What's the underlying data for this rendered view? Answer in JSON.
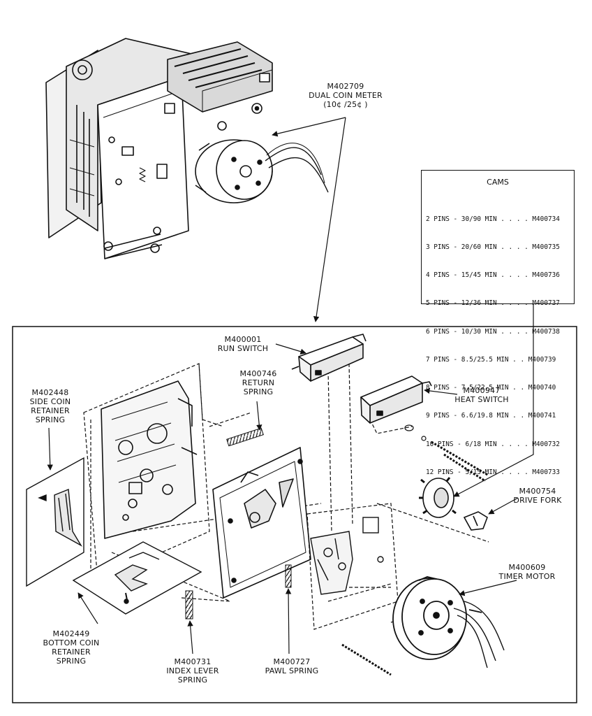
{
  "labels": {
    "coin_meter": [
      "M402709",
      "DUAL COIN METER",
      "(10¢ /25¢ )"
    ],
    "run_switch": [
      "M400001",
      "RUN SWITCH"
    ],
    "return_spring": [
      "M400746",
      "RETURN",
      "SPRING"
    ],
    "side_coin_spring": [
      "M402448",
      "SIDE COIN",
      "RETAINER",
      "SPRING"
    ],
    "heat_switch": [
      "M400947",
      "HEAT SWITCH"
    ],
    "drive_fork": [
      "M400754",
      "DRIVE FORK"
    ],
    "timer_motor": [
      "M400609",
      "TIMER MOTOR"
    ],
    "bottom_coin_spring": [
      "M402449",
      "BOTTOM COIN",
      "RETAINER",
      "SPRING"
    ],
    "index_lever_spring": [
      "M400731",
      "INDEX LEVER",
      "SPRING"
    ],
    "pawl_spring": [
      "M400727",
      "PAWL SPRING"
    ]
  },
  "cams": {
    "title": "CAMS",
    "rows": [
      "2 PINS - 30/90 MIN . . . . M400734",
      "3 PINS - 20/60 MIN . . . . M400735",
      "4 PINS - 15/45 MIN . . . . M400736",
      "5 PINS - 12/36 MIN . . . . M400737",
      "6 PINS - 10/30 MIN . . . . M400738",
      "7 PINS - 8.5/25.5 MIN . . M400739",
      "8 PINS - 7.5/22.5 MIN . . M400740",
      "9 PINS - 6.6/19.8 MIN . . M400741",
      "10 PINS - 6/18 MIN . . . . M400732",
      "12 PINS - 5/15 MIN . . . . M400733"
    ]
  }
}
